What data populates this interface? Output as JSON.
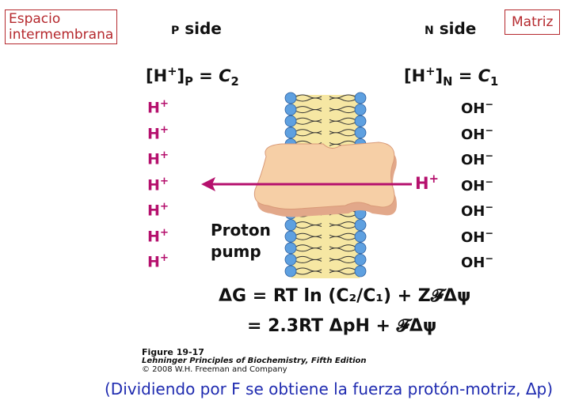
{
  "labels": {
    "p_region": "Espacio\nintermembrana",
    "n_region": "Matriz",
    "p_side_letter": "P",
    "p_side_word": "side",
    "n_side_letter": "N",
    "n_side_word": "side",
    "p_conc_lhs": "[H",
    "p_conc_sub": "P",
    "p_conc_rhs": "C",
    "p_conc_rhs_sub": "2",
    "n_conc_lhs": "[H",
    "n_conc_sub": "N",
    "n_conc_rhs": "C",
    "n_conc_rhs_sub": "1",
    "proton_pump": "Proton\npump",
    "transported_ion": "H"
  },
  "p_side_ions": [
    "H",
    "H",
    "H",
    "H",
    "H",
    "H",
    "H"
  ],
  "n_side_ions": [
    "OH",
    "OH",
    "OH",
    "OH",
    "OH",
    "OH",
    "OH"
  ],
  "equations": {
    "line1": "ΔG = RT ln (C₂/C₁) + Z𝓕Δψ",
    "line2": "= 2.3RT ΔpH + 𝓕Δψ"
  },
  "figure": {
    "title": "Figure 19-17",
    "book": "Lehninger Principles of Biochemistry, Fifth Edition",
    "copyright": "© 2008 W.H. Freeman and Company"
  },
  "caption": "(Dividiendo por F se obtiene la fuerza protón-motriz, Δp)",
  "colors": {
    "proton": "#b5106d",
    "box_border": "#b5292e",
    "caption": "#1f2bb0",
    "lipid_head": "#5ea0e0",
    "membrane_fill": "#f6e7a3",
    "protein": "#f6cfa6",
    "protein_edge": "#d99a78"
  }
}
